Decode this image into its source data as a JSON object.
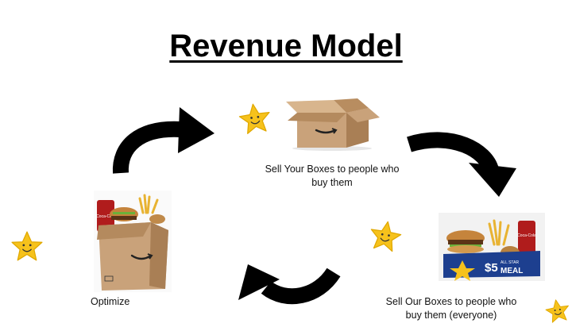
{
  "title": "Revenue Model",
  "labels": {
    "sell_your_boxes_line1": "Sell Your Boxes to people who",
    "sell_your_boxes_line2": "buy them",
    "optimize": "Optimize",
    "sell_our_boxes_line1": "Sell Our Boxes to people who",
    "sell_our_boxes_line2": "buy them (everyone)"
  },
  "meal_badge": {
    "price": "$5",
    "line1": "ALL STAR",
    "line2": "MEAL"
  },
  "box_brand_text": "Coca-Cola",
  "colors": {
    "star": "#f6c21c",
    "star_outline": "#e0a800",
    "arrow": "#000000",
    "cardboard": "#c9a27a",
    "cardboard_dark": "#a97f55",
    "badge": "#1d3f8f"
  },
  "icons": [
    "star-face-icon",
    "curved-arrow-icon",
    "amazon-box-icon",
    "meal-box-icon"
  ]
}
